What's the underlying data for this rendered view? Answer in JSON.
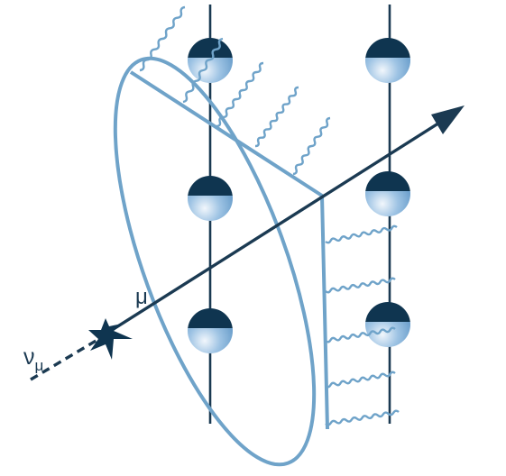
{
  "labels": {
    "muon": "μ",
    "neutrino": "ν",
    "neutrino_subscript": "μ"
  },
  "colors": {
    "dark_navy": "#0f3550",
    "line_navy": "#1b3a52",
    "cherenkov_blue": "#6fa3c9",
    "sensor_light": "#f2f7fc",
    "sensor_mid": "#9fc4e4",
    "sensor_dark": "#5d95c5"
  },
  "icons": {
    "interaction_vertex": "star-burst-icon",
    "optical_module": "half-shaded-sphere-icon",
    "photon": "wavy-line-icon"
  }
}
